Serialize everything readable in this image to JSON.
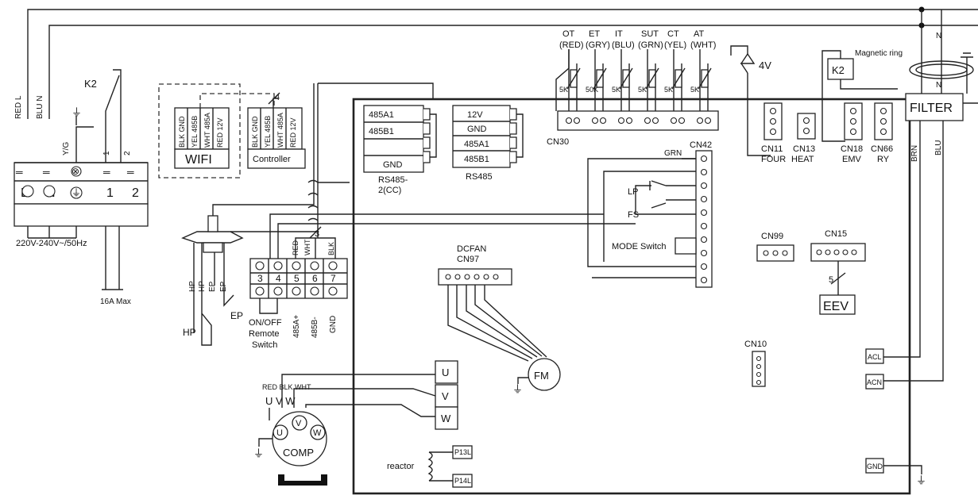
{
  "power": {
    "wire_labels": [
      "RED L",
      "BLU N",
      "Y/G",
      "1",
      "2"
    ],
    "terminal_labels": [
      "L",
      "N",
      "1",
      "2"
    ],
    "supply": "220V-240V~/50Hz",
    "breaker": "16A Max",
    "relay": "K2"
  },
  "wifi": {
    "label": "WIFI",
    "pins": [
      "BLK GND",
      "YEL 485B",
      "WHT 485A",
      "RED 12V"
    ]
  },
  "controller": {
    "label": "Controller",
    "pins": [
      "BLK GND",
      "YEL 485B",
      "WHT 485A",
      "RED 12V"
    ],
    "bundle": "4"
  },
  "rs485cc": {
    "pins": [
      "485A1",
      "485B1",
      "",
      "GND"
    ],
    "label_line1": "RS485-",
    "label_line2": "2(CC)"
  },
  "rs485": {
    "pins": [
      "12V",
      "GND",
      "485A1",
      "485B1"
    ],
    "label": "RS485"
  },
  "sensors": [
    {
      "code": "OT",
      "color": "(RED)",
      "res": "5K"
    },
    {
      "code": "ET",
      "color": "(GRY)",
      "res": "50K"
    },
    {
      "code": "IT",
      "color": "(BLU)",
      "res": "5K"
    },
    {
      "code": "SUT",
      "color": "(GRN)",
      "res": "5K"
    },
    {
      "code": "CT",
      "color": "(YEL)",
      "res": "5K"
    },
    {
      "code": "AT",
      "color": "(WHT)",
      "res": "5K"
    }
  ],
  "connectors": {
    "cn30": "CN30",
    "cn42": "CN42",
    "grn": "GRN",
    "cn11": "CN11",
    "cn11_sub": "FOUR",
    "cn13": "CN13",
    "cn13_sub": "HEAT",
    "cn18": "CN18",
    "cn18_sub": "EMV",
    "cn66": "CN66",
    "cn66_sub": "RY",
    "cn99": "CN99",
    "cn15": "CN15",
    "cn10": "CN10",
    "dcfan": "DCFAN",
    "cn97": "CN97"
  },
  "valve": {
    "label": "4V",
    "k2": "K2"
  },
  "filter": {
    "label": "FILTER",
    "ring": "Magnetic ring",
    "brn": "BRN",
    "blu": "BLU",
    "acl": "ACL",
    "acn": "ACN",
    "gnd": "GND"
  },
  "switches": {
    "lp": "LP",
    "fs": "FS",
    "mode": "MODE Switch"
  },
  "eev": {
    "label": "EEV",
    "bundle": "5"
  },
  "fan": {
    "label": "FM"
  },
  "pressure": {
    "hp": "HP",
    "ep": "EP",
    "under": [
      "HP",
      "HP",
      "EP",
      "EP"
    ]
  },
  "terminal_block": {
    "numbers": [
      "3",
      "4",
      "5",
      "6",
      "7"
    ],
    "wire_colors": [
      "RED",
      "WHT",
      "BLK"
    ],
    "bundle": "3",
    "remote": [
      "ON/OFF",
      "Remote",
      "Switch"
    ],
    "bottom": [
      "485A+",
      "485B-",
      "GND"
    ]
  },
  "comp": {
    "label": "COMP",
    "wire_colors": "RED BLK WHT",
    "phases": [
      "U",
      "V",
      "W"
    ],
    "phase_text": "U V W"
  },
  "reactor": {
    "label": "reactor",
    "p13": "P13L",
    "p14": "P14L"
  }
}
